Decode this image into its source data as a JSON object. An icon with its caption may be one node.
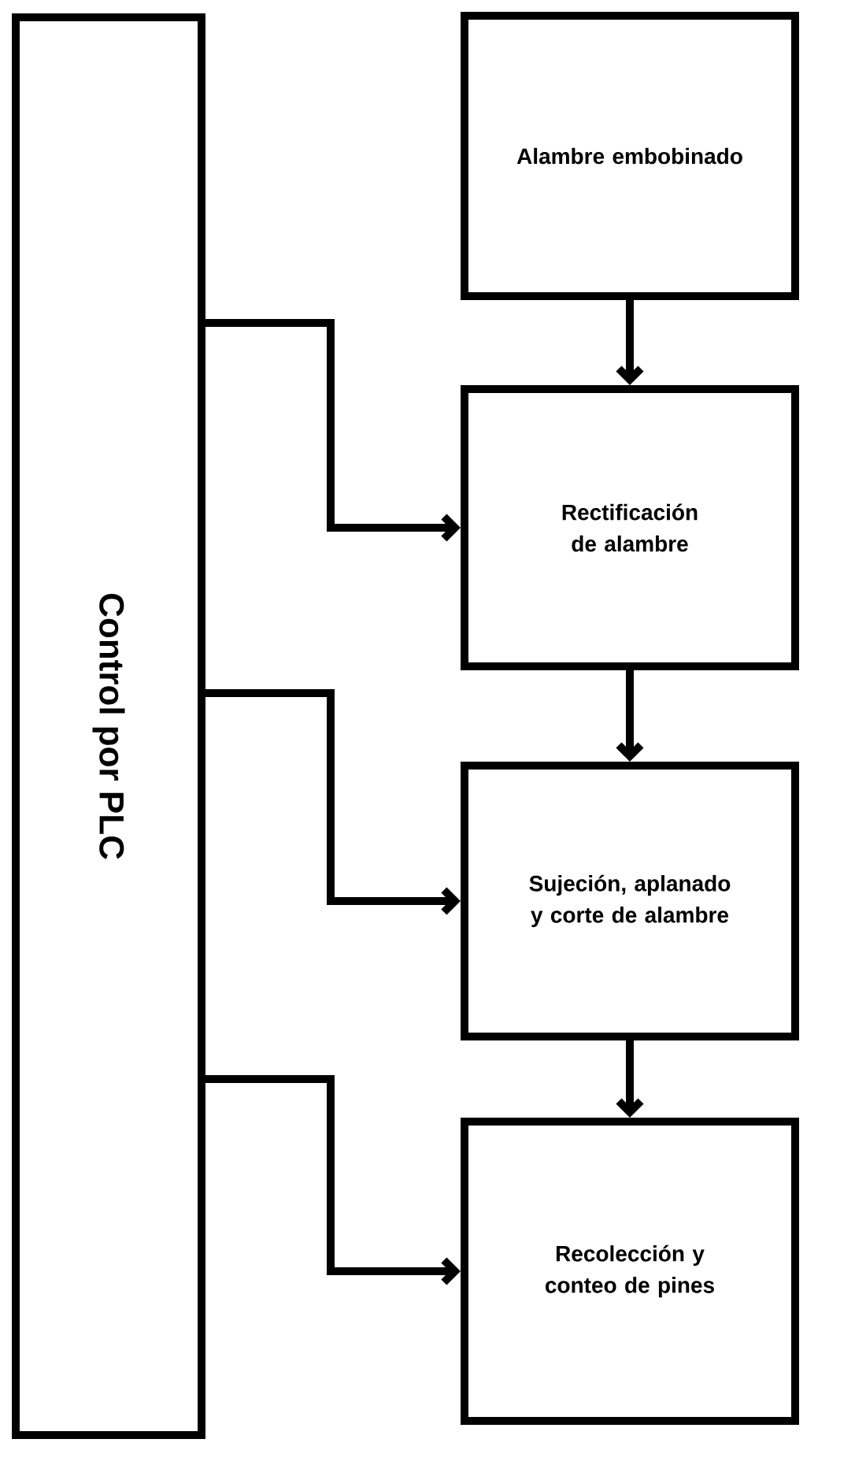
{
  "diagram": {
    "nodes": [
      {
        "text": [
          "Control por PLC"
        ]
      },
      {
        "text": [
          "Alambre embobinado"
        ]
      },
      {
        "text": [
          "Rectificación de alambre"
        ]
      },
      {
        "text": [
          "Sujeción, aplanado y corte de alambre"
        ]
      },
      {
        "text": [
          "Recolección y conteo de pines"
        ]
      }
    ],
    "edges": [
      {
        "from": 0,
        "to": 2,
        "arrow": "to"
      },
      {
        "from": 0,
        "to": 3,
        "arrow": "to"
      },
      {
        "from": 0,
        "to": 4,
        "arrow": "to"
      },
      {
        "from": 1,
        "to": 2,
        "arrow": "to"
      },
      {
        "from": 2,
        "to": 3,
        "arrow": "to"
      },
      {
        "from": 3,
        "to": 4,
        "arrow": "to"
      }
    ]
  }
}
